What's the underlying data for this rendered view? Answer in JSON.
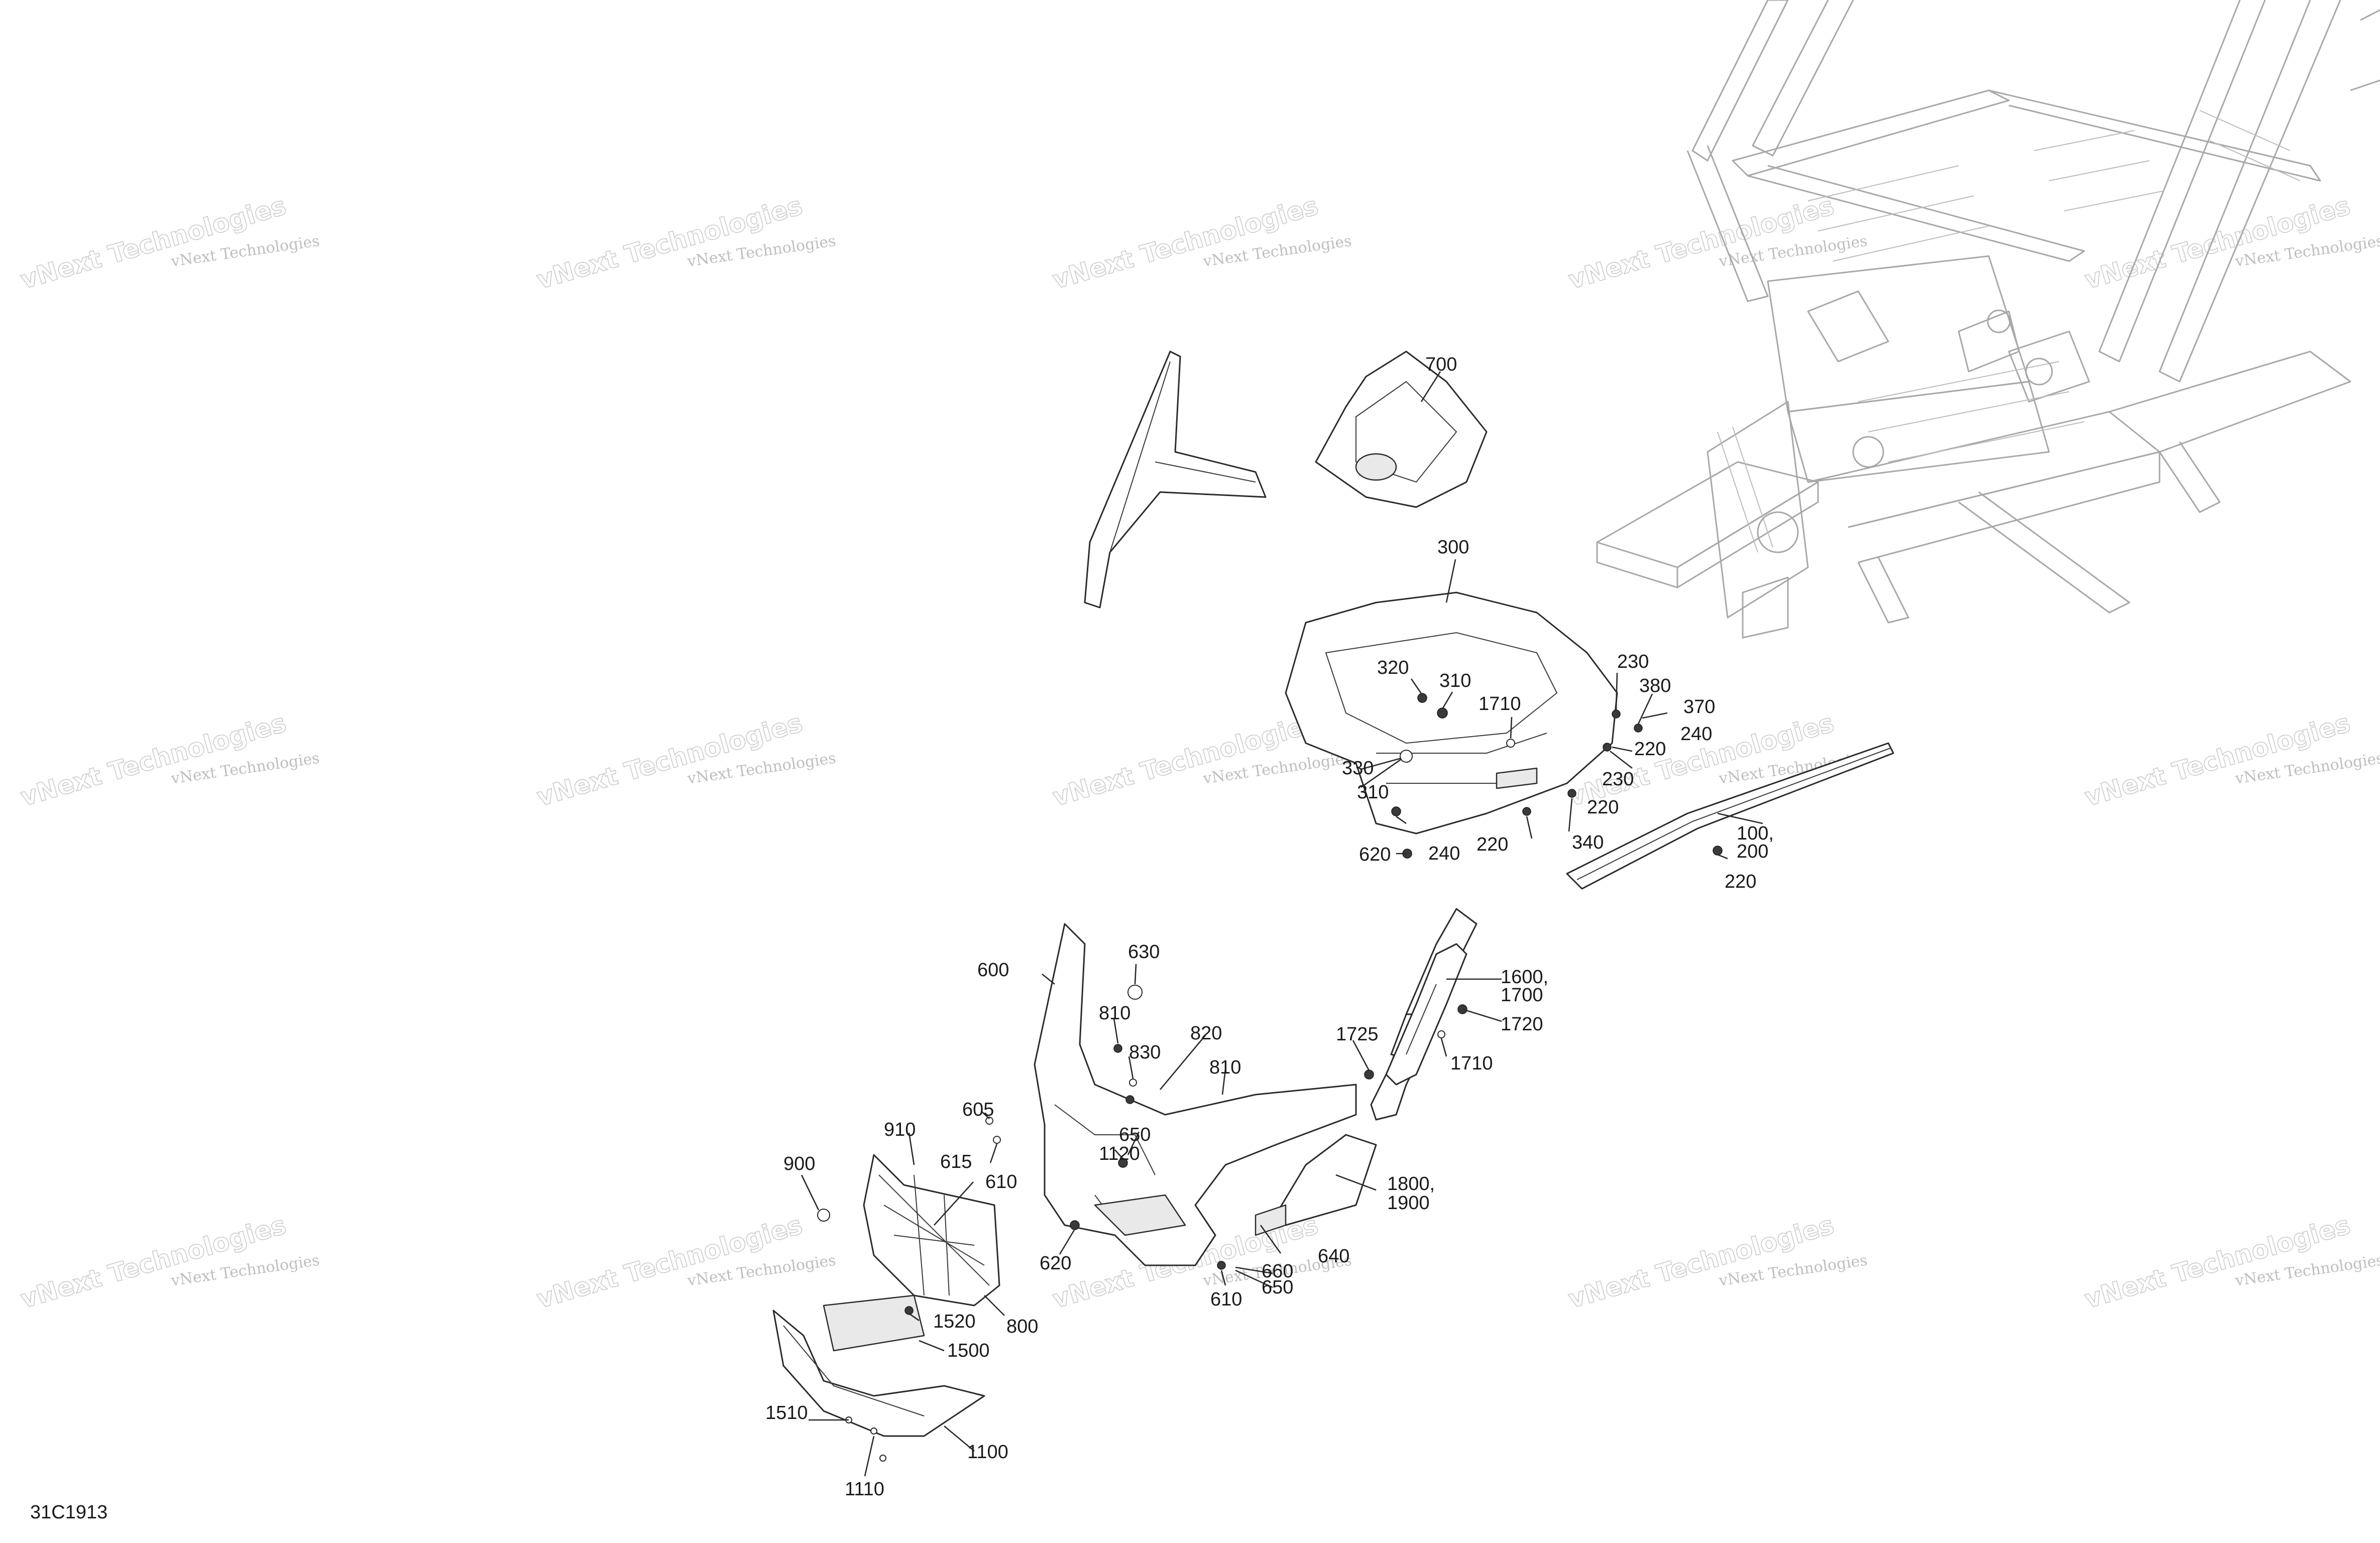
{
  "document_code": "31C1913",
  "watermark": {
    "small_text": "vNext Technologies",
    "big_text": "vNext Technologies"
  },
  "callouts": [
    "700",
    "300",
    "320",
    "310",
    "1710",
    "230",
    "380",
    "370",
    "240",
    "220",
    "230",
    "330",
    "310",
    "220",
    "340",
    "620",
    "240",
    "220",
    "100,",
    "200",
    "220",
    "630",
    "600",
    "1600,",
    "1700",
    "810",
    "830",
    "820",
    "1725",
    "1720",
    "810",
    "1710",
    "605",
    "910",
    "650",
    "1120",
    "615",
    "610",
    "1800,",
    "1900",
    "900",
    "640",
    "620",
    "660",
    "650",
    "1520",
    "800",
    "610",
    "1500",
    "1510",
    "1100",
    "1110"
  ],
  "colors": {
    "line": "#2b2b2b",
    "frame": "#a8a8a8",
    "watermark": "#8a8a8a"
  }
}
